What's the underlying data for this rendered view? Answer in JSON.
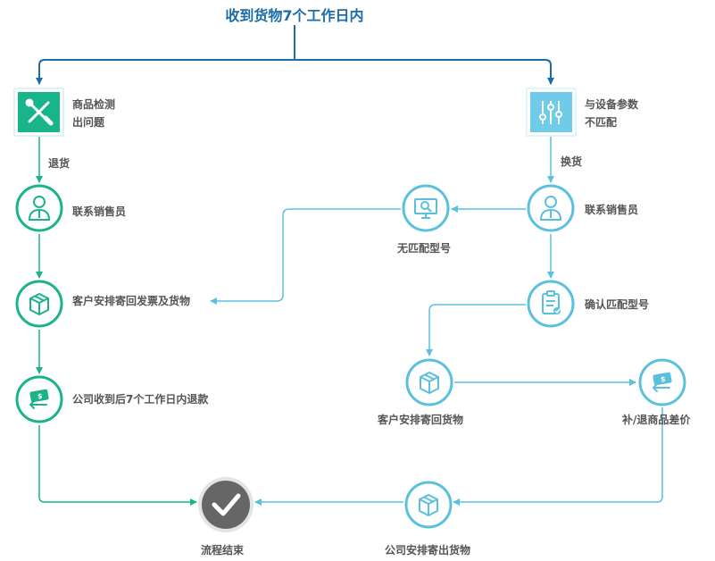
{
  "title": "收到货物7个工作日内",
  "left_branch": {
    "problem": [
      "商品检测",
      "出问题"
    ],
    "edge_label": "退货",
    "step1": "联系销售员",
    "step2": "客户安排寄回发票及货物",
    "step3": "公司收到后7个工作日内退款"
  },
  "right_branch": {
    "problem": [
      "与设备参数",
      "不匹配"
    ],
    "edge_label": "换货",
    "step1": "联系销售员",
    "no_match": "无匹配型号",
    "confirm": "确认匹配型号",
    "return_goods": "客户安排寄回货物",
    "price_diff": "补/退商品差价",
    "ship_out": "公司安排寄出货物"
  },
  "end": "流程结束",
  "colors": {
    "title": "#1b6ca8",
    "green": "#1ab38a",
    "green_icon_bg": "#18b58a",
    "blue": "#5bc0de",
    "blue_icon_bg": "#6fcbe8",
    "end_gray": "#666666",
    "text": "#555555"
  },
  "icons": {
    "problem_left": "wrench-screwdriver-icon",
    "problem_right": "sliders-icon",
    "salesperson": "person-icon",
    "package": "package-icon",
    "refund": "money-refund-icon",
    "search_screen": "monitor-search-icon",
    "checklist": "clipboard-check-icon",
    "end": "checkmark-icon"
  }
}
